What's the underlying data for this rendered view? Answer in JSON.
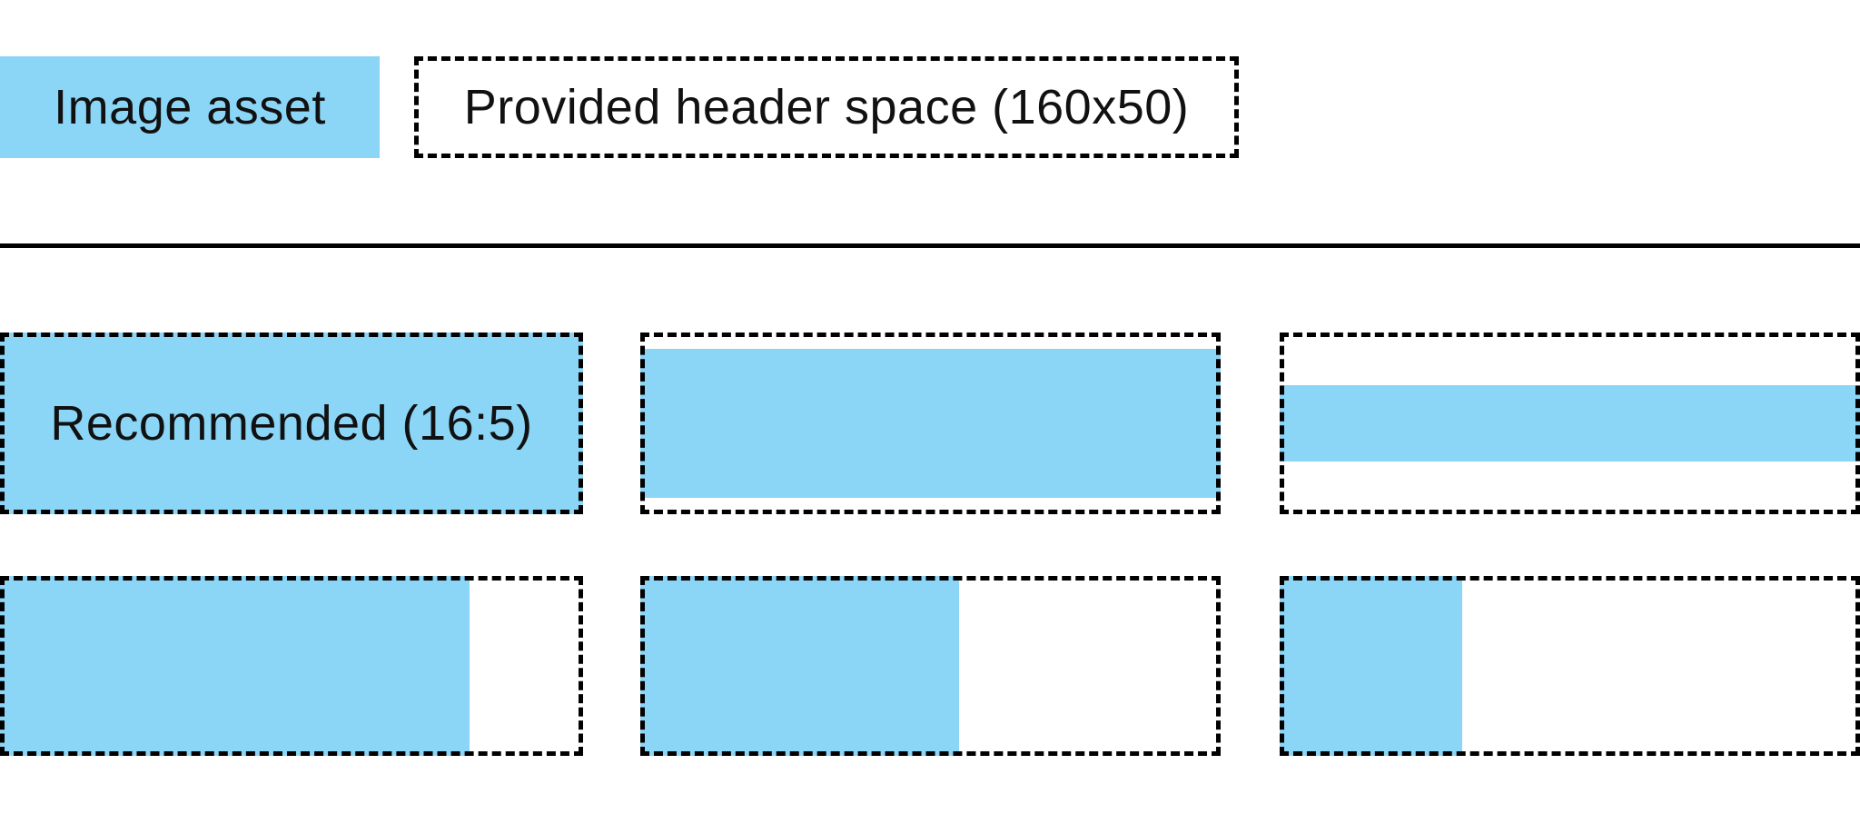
{
  "colors": {
    "image_asset_fill": "#8BD5F6",
    "outline": "#000000",
    "text_color": "#111111",
    "background": "#FFFFFF"
  },
  "legend": {
    "image_asset_label": "Image asset",
    "header_space_label": "Provided header space (160x50)"
  },
  "diagram": {
    "boxes": [
      {
        "label": "Recommended (16:5)",
        "fill": {
          "width_pct": 100,
          "height_pct": 100
        }
      },
      {
        "fill": {
          "width_pct": 100,
          "height_pct": 82
        }
      },
      {
        "fill": {
          "width_pct": 100,
          "height_pct": 42
        }
      },
      {
        "fill": {
          "width_pct": 80.5,
          "height_pct": 100
        }
      },
      {
        "fill": {
          "width_pct": 55,
          "height_pct": 100
        }
      },
      {
        "fill": {
          "width_pct": 31.5,
          "height_pct": 100
        }
      }
    ]
  }
}
